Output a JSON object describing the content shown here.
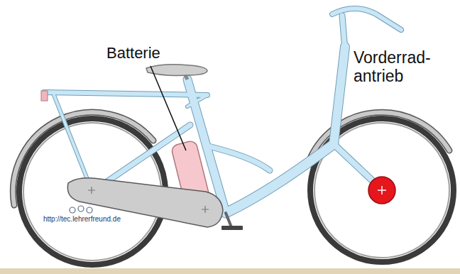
{
  "diagram": {
    "labels": [
      "Batterie",
      "Vorderrad- antrieb",
      "http://tec.lehrerfreund.de"
    ]
  }
}
